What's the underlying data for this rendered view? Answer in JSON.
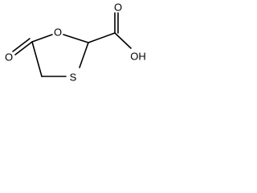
{
  "molecule": {
    "atoms": {
      "carbonyl_oxygen": "O",
      "ring_oxygen": "O",
      "ring_sulfur": "S",
      "acid_oxygen": "O",
      "hydroxyl": "OH"
    }
  },
  "colors": {
    "bond": "#000000",
    "background": "#ffffff"
  }
}
